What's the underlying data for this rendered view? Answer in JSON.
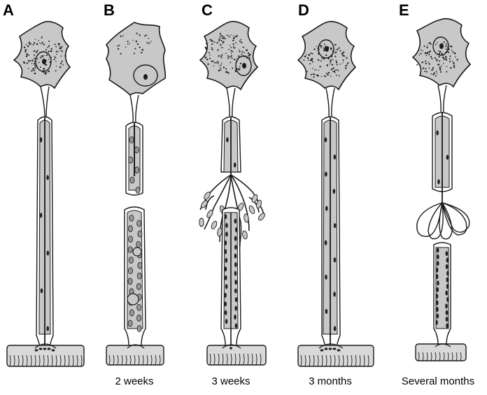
{
  "panels": [
    {
      "letter": "A",
      "caption": ""
    },
    {
      "letter": "B",
      "caption": "2 weeks"
    },
    {
      "letter": "C",
      "caption": "3 weeks"
    },
    {
      "letter": "D",
      "caption": "3 months"
    },
    {
      "letter": "E",
      "caption": "Several months"
    }
  ],
  "colors": {
    "cell_fill": "#c8c8c8",
    "outline": "#1a1a1a",
    "sheath": "#ffffff",
    "muscle_fill": "#d9d9d9",
    "dots": "#222222"
  }
}
